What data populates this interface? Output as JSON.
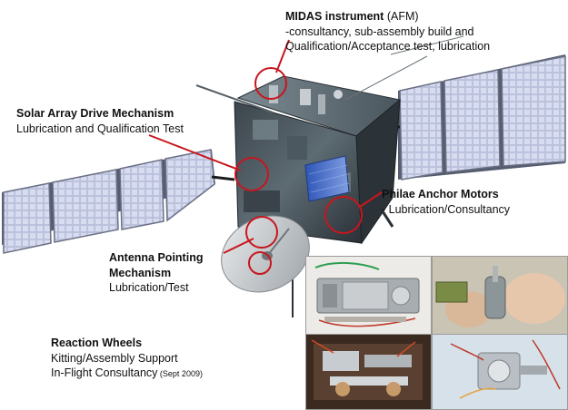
{
  "colors": {
    "callout_line": "#c8161d",
    "panel_cell": "#c9cfe8",
    "panel_frame": "#6a6f84",
    "body_shadow": "#23282e",
    "body_highlight": "#6e7d86"
  },
  "callouts": {
    "midas": {
      "title": "MIDAS instrument",
      "title_suffix": " (AFM)",
      "line1": "-consultancy, sub-assembly build and",
      "line2": "Qualification/Acceptance test, lubrication"
    },
    "sadm": {
      "title": "Solar Array Drive Mechanism",
      "line1": "Lubrication and Qualification Test"
    },
    "philae": {
      "title": "Philae Anchor Motors",
      "line1": " - Lubrication/Consultancy"
    },
    "antenna": {
      "title_line1": "Antenna Pointing",
      "title_line2": " Mechanism",
      "line1": "Lubrication/Test"
    },
    "reaction": {
      "title": "Reaction Wheels",
      "line1": "Kitting/Assembly Support",
      "line2": "In-Flight Consultancy",
      "line2_note": " (Sept 2009)"
    }
  },
  "photos": [
    {
      "name": "drive-mechanism-photo"
    },
    {
      "name": "hand-held-mechanism-photo"
    },
    {
      "name": "reaction-wheel-interior-photo"
    },
    {
      "name": "motor-wiring-photo"
    }
  ]
}
